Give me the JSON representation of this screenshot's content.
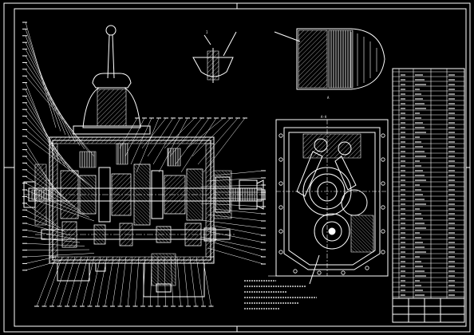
{
  "drawing": {
    "title": "",
    "view_labels": {
      "detail_a": "I",
      "detail_b": "A",
      "section": "A-A"
    }
  },
  "colors": {
    "background": "#000000",
    "lines": "#ffffff",
    "highlight": "#ffffff"
  }
}
